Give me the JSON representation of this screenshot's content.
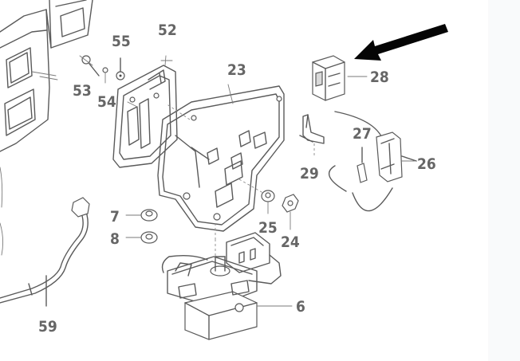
{
  "diagram": {
    "callouts": [
      {
        "id": "55",
        "text": "55"
      },
      {
        "id": "52",
        "text": "52"
      },
      {
        "id": "53",
        "text": "53"
      },
      {
        "id": "54",
        "text": "54"
      },
      {
        "id": "23",
        "text": "23"
      },
      {
        "id": "28",
        "text": "28"
      },
      {
        "id": "27",
        "text": "27"
      },
      {
        "id": "26",
        "text": "26"
      },
      {
        "id": "29",
        "text": "29"
      },
      {
        "id": "7",
        "text": "7"
      },
      {
        "id": "8",
        "text": "8"
      },
      {
        "id": "25",
        "text": "25"
      },
      {
        "id": "24",
        "text": "24"
      },
      {
        "id": "6",
        "text": "6"
      },
      {
        "id": "59",
        "text": "59"
      }
    ]
  }
}
